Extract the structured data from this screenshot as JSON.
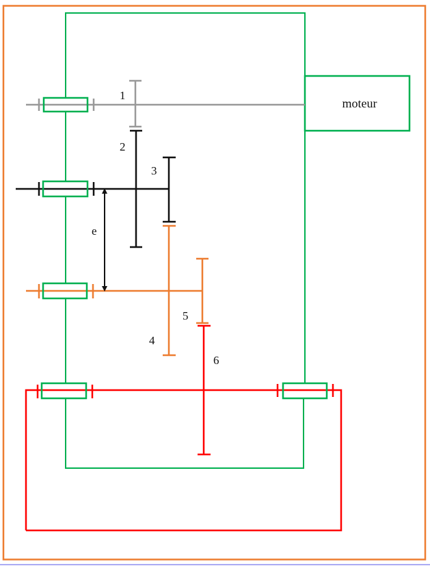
{
  "diagram": {
    "type": "kinematic-gear-train",
    "motor_label": "moteur",
    "distance_label": "e",
    "gear_labels": [
      "1",
      "2",
      "3",
      "4",
      "5",
      "6"
    ],
    "colors": {
      "outer_frame": "#ED7D31",
      "housing": "#00B050",
      "shaft_input": "#999999",
      "shaft_intermediate": "#111111",
      "shaft_second": "#ED7D31",
      "shaft_output": "#FF0000",
      "footer_rule": "#8F8FF0"
    },
    "gears": [
      {
        "id": "1",
        "shaft": "input"
      },
      {
        "id": "2",
        "shaft": "intermediate"
      },
      {
        "id": "3",
        "shaft": "intermediate"
      },
      {
        "id": "4",
        "shaft": "second"
      },
      {
        "id": "5",
        "shaft": "second"
      },
      {
        "id": "6",
        "shaft": "output"
      }
    ],
    "meshes": [
      [
        "1",
        "2"
      ],
      [
        "3",
        "4"
      ],
      [
        "5",
        "6"
      ]
    ]
  }
}
